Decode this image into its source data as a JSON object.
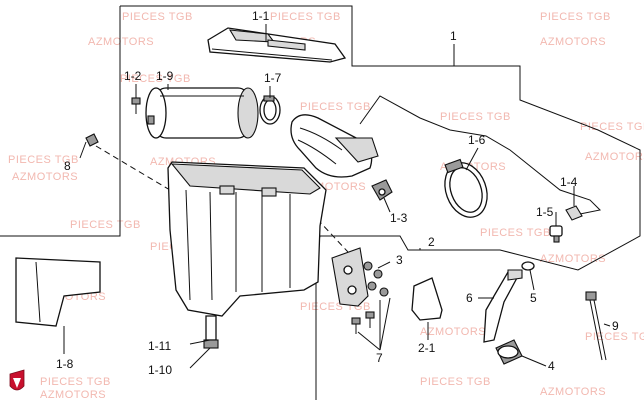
{
  "watermark": {
    "line1": "PIECES TGB",
    "line2": "AZMOTORS"
  },
  "callouts": {
    "c1": "1",
    "c1_1": "1-1",
    "c1_2": "1-2",
    "c1_3": "1-3",
    "c1_4": "1-4",
    "c1_5": "1-5",
    "c1_6": "1-6",
    "c1_7": "1-7",
    "c1_8": "1-8",
    "c1_9": "1-9",
    "c1_10": "1-10",
    "c1_11": "1-11",
    "c2": "2",
    "c2_1": "2-1",
    "c3": "3",
    "c4": "4",
    "c5": "5",
    "c6": "6",
    "c7": "7",
    "c8": "8",
    "c9": "9"
  },
  "icons": {
    "logo": "shield-logo-icon"
  },
  "colors": {
    "line": "#111111",
    "watermark": "#f2b8b0",
    "logo": "#c8102e"
  }
}
